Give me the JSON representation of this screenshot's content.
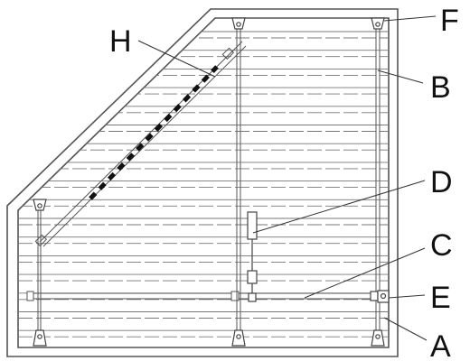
{
  "diagram": {
    "callouts": {
      "A": "A",
      "B": "B",
      "C": "C",
      "D": "D",
      "E": "E",
      "F": "F",
      "H": "H"
    }
  }
}
